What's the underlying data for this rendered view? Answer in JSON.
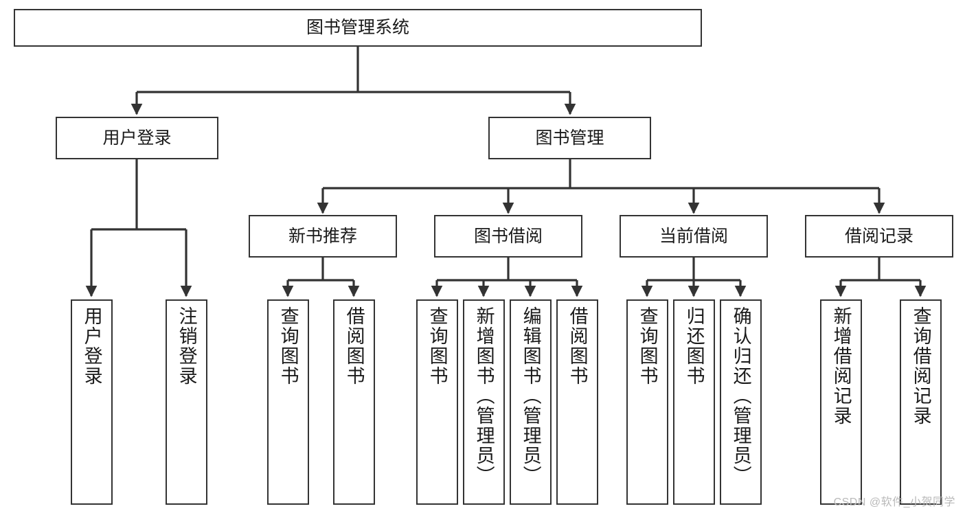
{
  "diagram": {
    "type": "tree-hierarchy-chart",
    "title": "图书管理系统",
    "watermark": "CSDN @软件_小贺同学",
    "colors": {
      "border": "#333333",
      "background": "#ffffff",
      "text": "#1a1a1a",
      "watermark": "#b9b9b9"
    },
    "nodes": {
      "root": {
        "label": "图书管理系统"
      },
      "level1": [
        {
          "id": "user-login",
          "label": "用户登录"
        },
        {
          "id": "book-management",
          "label": "图书管理"
        }
      ],
      "level2": [
        {
          "id": "new-book-recommend",
          "label": "新书推荐"
        },
        {
          "id": "book-borrow",
          "label": "图书借阅"
        },
        {
          "id": "current-borrow",
          "label": "当前借阅"
        },
        {
          "id": "borrow-record",
          "label": "借阅记录"
        }
      ],
      "leaves": {
        "user-login": [
          {
            "id": "leaf-user-login",
            "label": "用户登录"
          },
          {
            "id": "leaf-logout-login",
            "label": "注销登录"
          }
        ],
        "new-book-recommend": [
          {
            "id": "leaf-query-book-1",
            "label": "查询图书"
          },
          {
            "id": "leaf-borrow-book-1",
            "label": "借阅图书"
          }
        ],
        "book-borrow": [
          {
            "id": "leaf-query-book-2",
            "label": "查询图书"
          },
          {
            "id": "leaf-add-book",
            "label": "新增图书（管理员）"
          },
          {
            "id": "leaf-edit-book",
            "label": "编辑图书（管理员）"
          },
          {
            "id": "leaf-borrow-book-2",
            "label": "借阅图书"
          }
        ],
        "current-borrow": [
          {
            "id": "leaf-query-book-3",
            "label": "查询图书"
          },
          {
            "id": "leaf-return-book",
            "label": "归还图书"
          },
          {
            "id": "leaf-confirm-return",
            "label": "确认归还（管理员）"
          }
        ],
        "borrow-record": [
          {
            "id": "leaf-add-record",
            "label": "新增借阅记录"
          },
          {
            "id": "leaf-query-record",
            "label": "查询借阅记录"
          }
        ]
      }
    }
  }
}
